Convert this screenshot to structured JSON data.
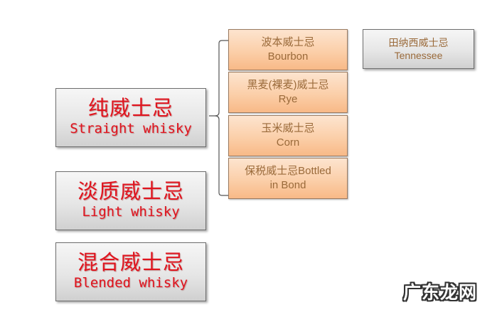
{
  "diagram": {
    "main_categories": [
      {
        "zh": "纯威士忌",
        "en": "Straight whisky"
      },
      {
        "zh": "淡质威士忌",
        "en": "Light whisky"
      },
      {
        "zh": "混合威士忌",
        "en": "Blended whisky"
      }
    ],
    "straight_subtypes": [
      {
        "zh": "波本威士忌",
        "en": "Bourbon"
      },
      {
        "zh": "黑麦(裸麦)威士忌",
        "en": "Rye"
      },
      {
        "zh": "玉米威士忌",
        "en": "Corn"
      },
      {
        "zh": "保税威士忌Bottled",
        "en": "in Bond"
      }
    ],
    "related": {
      "zh": "田纳西威士忌",
      "en": "Tennessee"
    },
    "colors": {
      "main_text": "#e0141e",
      "sub_text": "#9a6a3a",
      "sub_fill": "#fbcfa9",
      "gray_fill": "#e6e6e6"
    }
  },
  "watermark": "广东龙网"
}
